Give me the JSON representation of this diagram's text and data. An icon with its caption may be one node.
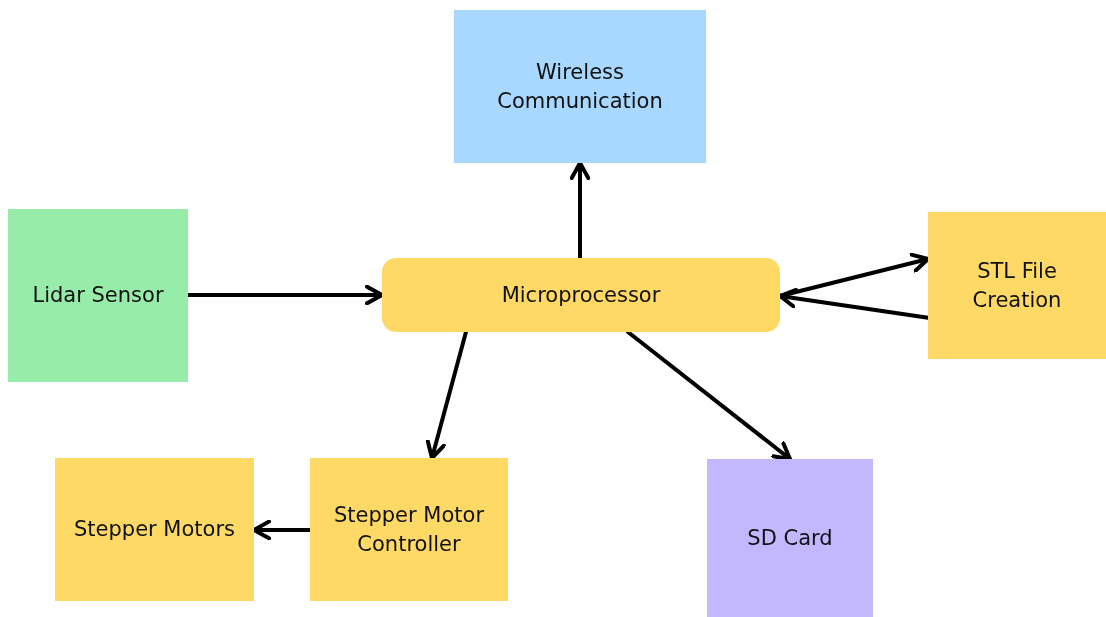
{
  "diagram": {
    "nodes": [
      {
        "text": [
          "Wireless Communication"
        ]
      },
      {
        "text": [
          "Lidar Sensor"
        ]
      },
      {
        "text": [
          "Microprocessor"
        ]
      },
      {
        "text": [
          "STL File Creation"
        ]
      },
      {
        "text": [
          "Stepper Motors"
        ]
      },
      {
        "text": [
          "Stepper Motor Controller"
        ]
      },
      {
        "text": [
          "SD Card"
        ]
      }
    ],
    "edges": [
      {
        "from": 2,
        "to": 0,
        "arrow": "to"
      },
      {
        "from": 1,
        "to": 2,
        "arrow": "to"
      },
      {
        "from": 2,
        "to": 3,
        "arrow": "to"
      },
      {
        "from": 3,
        "to": 2,
        "arrow": "to"
      },
      {
        "from": 2,
        "to": 5,
        "arrow": "to"
      },
      {
        "from": 5,
        "to": 4,
        "arrow": "to"
      },
      {
        "from": 2,
        "to": 6,
        "arrow": "to"
      }
    ]
  }
}
